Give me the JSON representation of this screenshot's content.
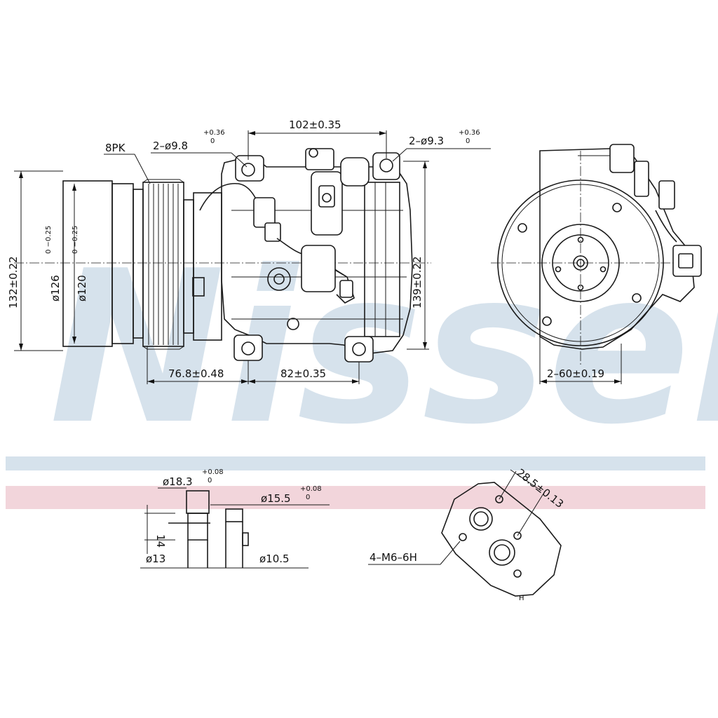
{
  "watermark": {
    "text": "Nissens",
    "color": "#d6e2ec"
  },
  "stripes": {
    "blue": "#d6e2ec",
    "pink": "#f2d5db"
  },
  "labels": {
    "belt": "8PK",
    "hole_left": "2–ø9.8",
    "hole_left_tol_upper": "+0.36",
    "hole_left_tol_lower": "0",
    "span_top": "102±0.35",
    "hole_right": "2–ø9.3",
    "hole_right_tol_upper": "+0.36",
    "hole_right_tol_lower": "0",
    "height_overall": "132±0.22",
    "dia_126": "ø126",
    "dia_126_tol": "0 −0.25",
    "dia_120": "ø120",
    "dia_120_tol": "0 −0.25",
    "height_body": "139±0.22",
    "len_pulley": "76.8±0.48",
    "len_mount": "82±0.35",
    "side_mount": "2–60±0.19",
    "port_d183": "ø18.3",
    "port_d183_tol_upper": "+0.08",
    "port_d183_tol_lower": "0",
    "port_d155": "ø15.5",
    "port_d155_tol_upper": "+0.08",
    "port_d155_tol_lower": "0",
    "port_14": "14",
    "port_d13": "ø13",
    "port_d105": "ø10.5",
    "flange_dist": "28.5±0.13",
    "flange_thread": "4–M6–6H",
    "flange_h": "H"
  }
}
